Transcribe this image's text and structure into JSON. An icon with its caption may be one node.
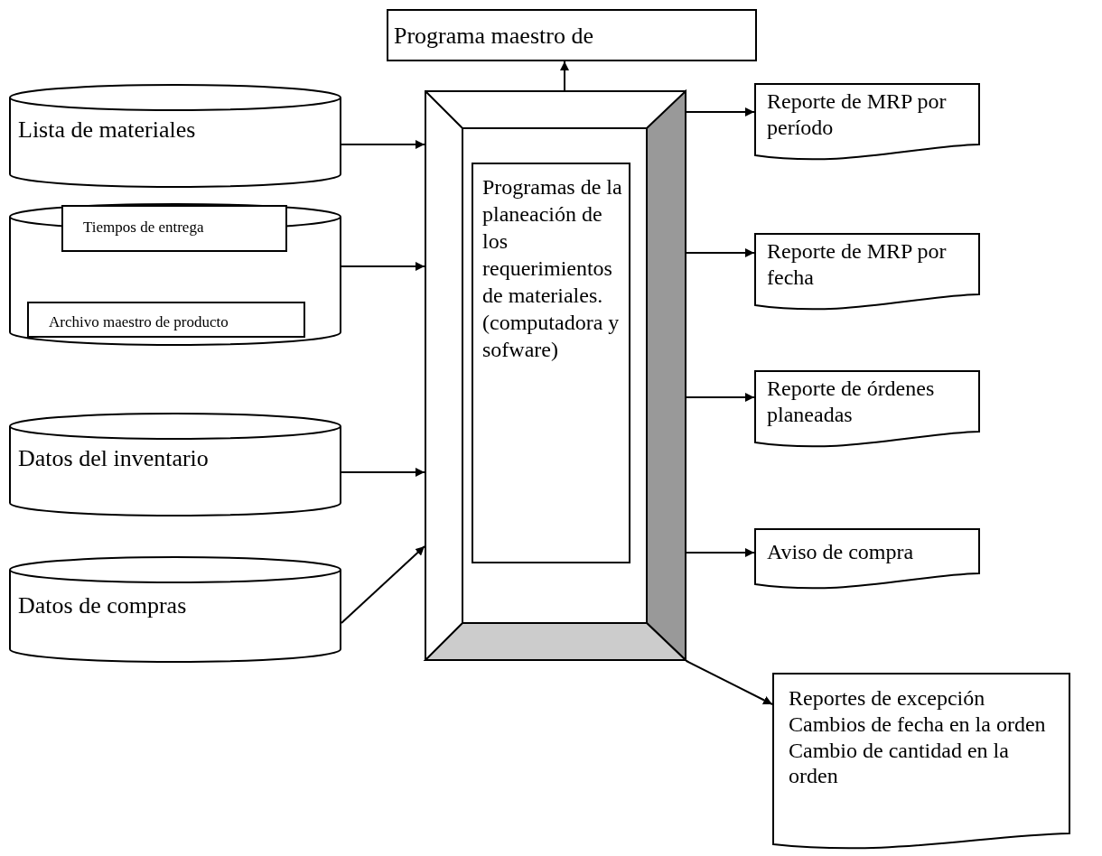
{
  "diagram": {
    "nodes": [
      {
        "text": [
          "Programa maestro de"
        ]
      },
      {
        "text": [
          "Lista de materiales"
        ]
      },
      {
        "text": [],
        "shape": "cylinder"
      },
      {
        "text": [
          "Tiempos de entrega"
        ],
        "in": 2
      },
      {
        "text": [
          "Archivo maestro de producto"
        ],
        "in": 2
      },
      {
        "text": [
          "Datos del inventario"
        ]
      },
      {
        "text": [
          "Datos de compras"
        ]
      },
      {
        "text": [],
        "shape": "box"
      },
      {
        "text": [
          "Programas de la planeación de los requerimientos de materiales. (computadora y sofware)"
        ],
        "in": 7
      },
      {
        "text": [
          "Reporte de MRP por período"
        ]
      },
      {
        "text": [
          "Reporte de MRP por fecha"
        ]
      },
      {
        "text": [
          "Reporte de órdenes planeadas"
        ]
      },
      {
        "text": [
          "Aviso de compra"
        ]
      },
      {
        "text": [
          "Reportes de excepción Cambios de fecha en la orden Cambio de cantidad en la orden"
        ]
      }
    ],
    "edges": [
      {
        "from": 1,
        "to": 7,
        "arrow": "to"
      },
      {
        "from": 2,
        "to": 7,
        "arrow": "to"
      },
      {
        "from": 5,
        "to": 7,
        "arrow": "to"
      },
      {
        "from": 6,
        "to": 7,
        "arrow": "to"
      },
      {
        "from": 7,
        "to": 0,
        "arrow": "to"
      },
      {
        "from": 7,
        "to": 9,
        "arrow": "to"
      },
      {
        "from": 7,
        "to": 10,
        "arrow": "to"
      },
      {
        "from": 7,
        "to": 11,
        "arrow": "to"
      },
      {
        "from": 7,
        "to": 12,
        "arrow": "to"
      },
      {
        "from": 7,
        "to": 13,
        "arrow": "to"
      }
    ]
  }
}
